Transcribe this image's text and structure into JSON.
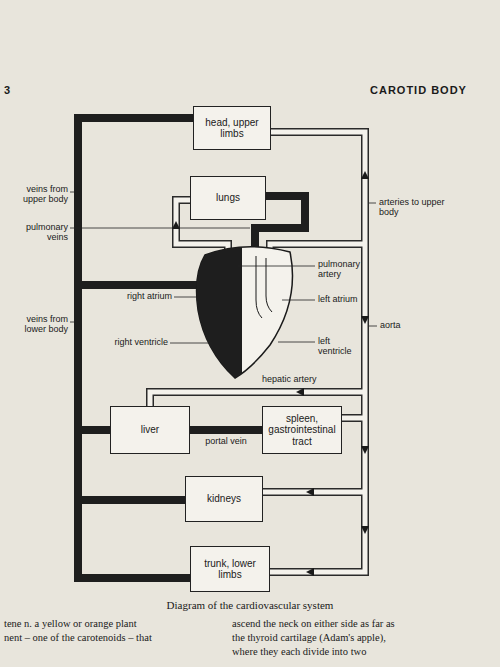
{
  "diagram": {
    "caption": "Diagram of the cardiovascular system",
    "nodes": [
      {
        "text": [
          "head, upper limbs"
        ]
      },
      {
        "text": [
          "lungs"
        ]
      },
      {
        "text": [
          "liver"
        ]
      },
      {
        "text": [
          "spleen, gastrointestinal tract"
        ]
      },
      {
        "text": [
          "kidneys"
        ]
      },
      {
        "text": [
          "trunk, lower limbs"
        ]
      }
    ],
    "edges": [
      {
        "from": 3,
        "to": 2,
        "label": "portal vein",
        "arrow": "none"
      }
    ],
    "labels": [
      "3",
      "CAROTID BODY",
      "veins from upper body",
      "arteries to upper body",
      "pulmonary veins",
      "pulmonary artery",
      "right atrium",
      "left atrium",
      "veins from lower body",
      "aorta",
      "right ventricle",
      "left ventricle",
      "hepatic artery",
      "tene n. a yellow or orange plant",
      "nent – one of the carotenoids – that",
      "ascend the neck on either side as far as",
      "the thyroid cartilage (Adam's apple),",
      "where they each divide into two"
    ]
  }
}
